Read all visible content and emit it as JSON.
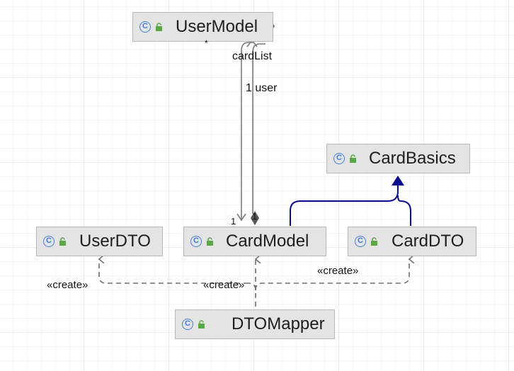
{
  "classes": {
    "user_model": "UserModel",
    "card_basics": "CardBasics",
    "user_dto": "UserDTO",
    "card_model": "CardModel",
    "card_dto": "CardDTO",
    "dto_mapper": "DTOMapper"
  },
  "class_icon_letter": "C",
  "labels": {
    "star": "*",
    "card_list": "cardList",
    "user": "1 user",
    "one_left": "1",
    "one_right": "1",
    "create_user_dto": "«create»",
    "create_card_model": "«create»",
    "create_card_dto": "«create»"
  },
  "colors": {
    "grid": "#ececec",
    "class_fill": "#e4e4e4",
    "class_border": "#b9b9b9",
    "inheritance_edge": "#0a0a8c",
    "association_edge": "#7a7a7a",
    "dependency_edge": "#6e6e6e",
    "class_icon": "#3f7fd6",
    "visibility_icon": "#5aa845"
  },
  "icons": [
    "class-icon",
    "public-lock-icon"
  ]
}
